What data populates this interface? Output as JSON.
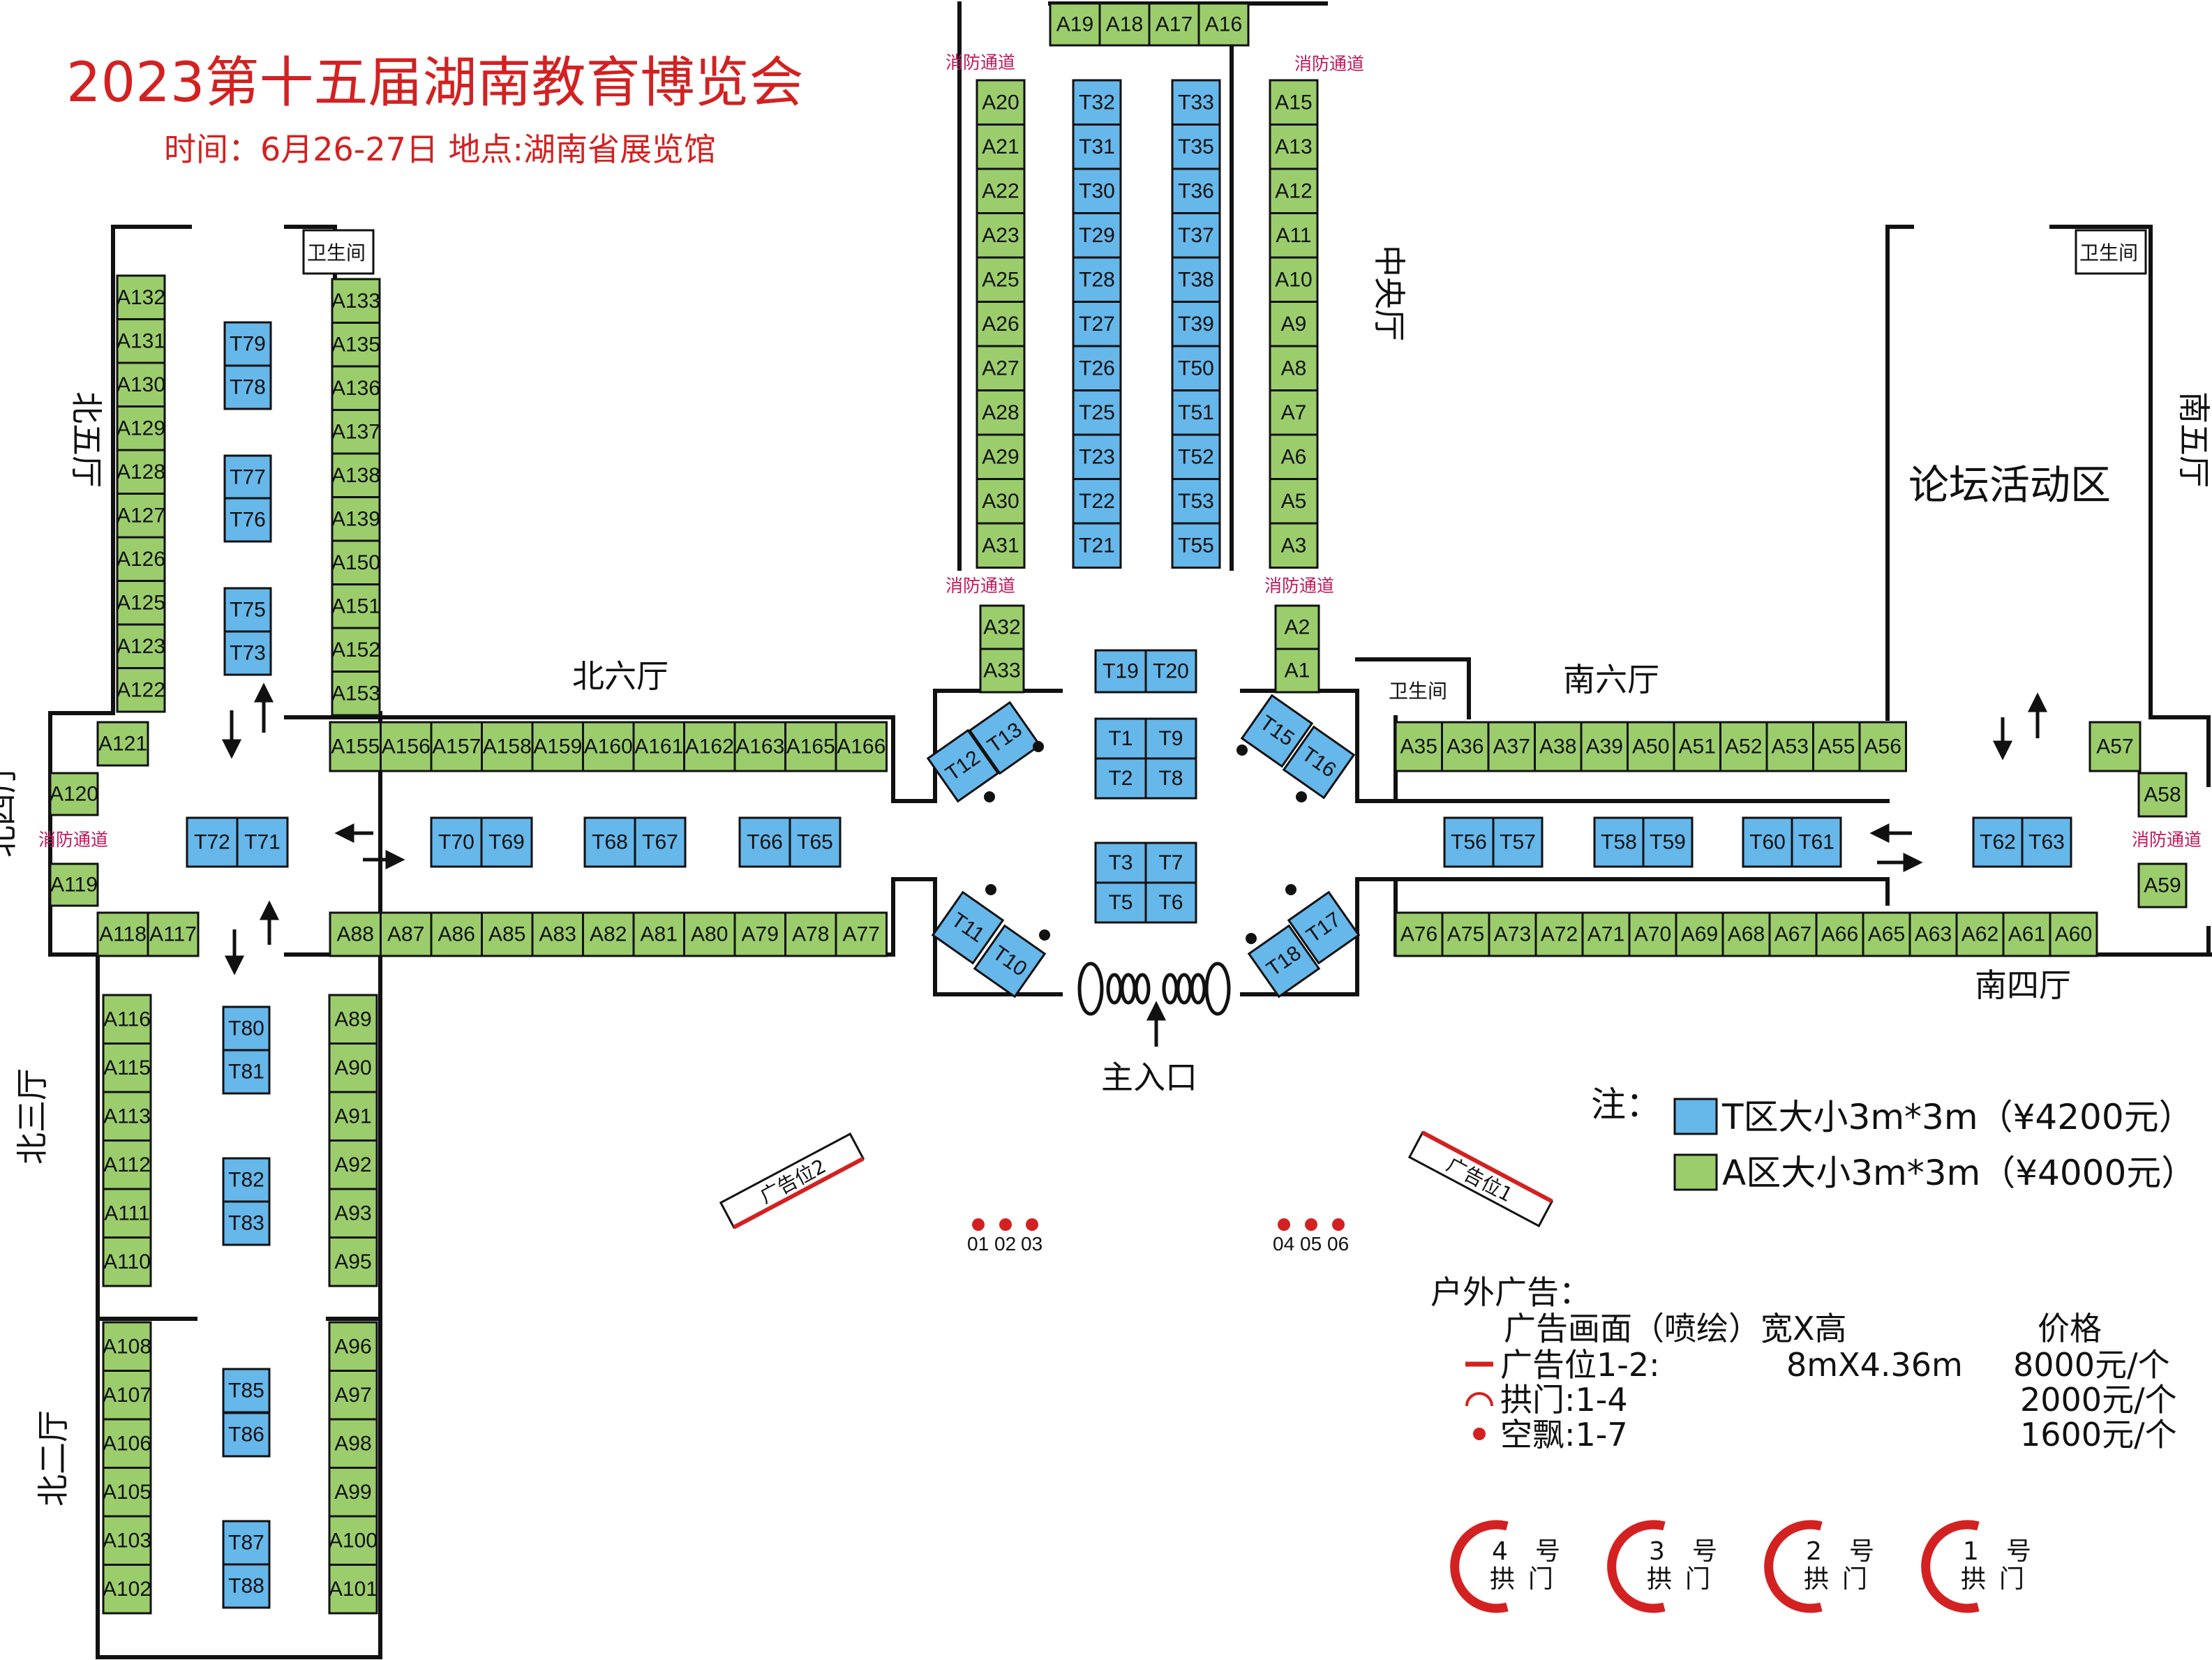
{
  "header": {
    "title": "2023第十五届湖南教育博览会",
    "subtitle": "时间：6月26-27日     地点:湖南省展览馆"
  },
  "colors": {
    "a_zone": "#9ccd6c",
    "t_zone": "#66b7ea",
    "accent_red": "#d32121",
    "fire_lane": "#c2185b"
  },
  "halls": {
    "north5": "北五厅",
    "north4": "北四厅",
    "north3": "北三厅",
    "north2": "北二厅",
    "north6": "北六厅",
    "central": "中央厅",
    "south6": "南六厅",
    "south5": "南五厅",
    "south4": "南四厅",
    "forum": "论坛活动区",
    "main_entrance": "主入口"
  },
  "labels": {
    "fire_lane": "消防通道",
    "restroom": "卫生间"
  },
  "ads": {
    "pos1": "广告位1",
    "pos2": "广告位2"
  },
  "balloons": [
    "01",
    "02",
    "03",
    "04",
    "05",
    "06"
  ],
  "legend": {
    "note": "注：",
    "t_zone": "T区大小3m*3m（¥4200元）",
    "a_zone": "A区大小3m*3m（¥4000元）"
  },
  "outdoor": {
    "title": "户外广告：",
    "header_item": "广告画面（喷绘）宽X高",
    "header_price": "价格",
    "rows": [
      {
        "item": "广告位1-2:",
        "size": "8mX4.36m",
        "price": "8000元/个"
      },
      {
        "item": "拱门:1-4",
        "size": "",
        "price": "2000元/个"
      },
      {
        "item": "空飘:1-7",
        "size": "",
        "price": "1600元/个"
      }
    ]
  },
  "arches": [
    {
      "no": "4",
      "hao": "号",
      "gong": "拱",
      "men": "门"
    },
    {
      "no": "3",
      "hao": "号",
      "gong": "拱",
      "men": "门"
    },
    {
      "no": "2",
      "hao": "号",
      "gong": "拱",
      "men": "门"
    },
    {
      "no": "1",
      "hao": "号",
      "gong": "拱",
      "men": "门"
    }
  ],
  "booths": {
    "central_top": [
      "A19",
      "A18",
      "A17",
      "A16"
    ],
    "central_col1": [
      "A20",
      "A21",
      "A22",
      "A23",
      "A25",
      "A26",
      "A27",
      "A28",
      "A29",
      "A30",
      "A31"
    ],
    "central_col2": [
      "T32",
      "T31",
      "T30",
      "T29",
      "T28",
      "T27",
      "T26",
      "T25",
      "T23",
      "T22",
      "T21"
    ],
    "central_col3": [
      "T33",
      "T35",
      "T36",
      "T37",
      "T38",
      "T39",
      "T50",
      "T51",
      "T52",
      "T53",
      "T55"
    ],
    "central_col4": [
      "A15",
      "A13",
      "A12",
      "A11",
      "A10",
      "A9",
      "A8",
      "A7",
      "A6",
      "A5",
      "A3"
    ],
    "central_left_lower": [
      "A32",
      "A33"
    ],
    "central_right_lower": [
      "A2",
      "A1"
    ],
    "central_mid": [
      "T19",
      "T20",
      "T1",
      "T9",
      "T2",
      "T8",
      "T3",
      "T7",
      "T5",
      "T6"
    ],
    "angled": [
      "T12",
      "T13",
      "T15",
      "T16",
      "T11",
      "T10",
      "T18",
      "T17"
    ],
    "north5_left": [
      "A132",
      "A131",
      "A130",
      "A129",
      "A128",
      "A127",
      "A126",
      "A125",
      "A123",
      "A122"
    ],
    "north5_right": [
      "A133",
      "A135",
      "A136",
      "A137",
      "A138",
      "A139",
      "A150",
      "A151",
      "A152",
      "A153"
    ],
    "north5_t": [
      "T79",
      "T78",
      "T77",
      "T76",
      "T75",
      "T73"
    ],
    "north6_top": [
      "A155",
      "A156",
      "A157",
      "A158",
      "A159",
      "A160",
      "A161",
      "A162",
      "A163",
      "A165",
      "A166"
    ],
    "north6_bottom": [
      "A88",
      "A87",
      "A86",
      "A85",
      "A83",
      "A82",
      "A81",
      "A80",
      "A79",
      "A78",
      "A77"
    ],
    "north6_t": [
      "T70",
      "T69",
      "T68",
      "T67",
      "T66",
      "T65"
    ],
    "north4_a": [
      "A121",
      "A120",
      "A119",
      "A118",
      "A117"
    ],
    "north4_t": [
      "T72",
      "T71"
    ],
    "north3_left": [
      "A116",
      "A115",
      "A113",
      "A112",
      "A111",
      "A110"
    ],
    "north3_right": [
      "A89",
      "A90",
      "A91",
      "A92",
      "A93",
      "A95"
    ],
    "north3_t": [
      "T80",
      "T81",
      "T82",
      "T83"
    ],
    "north2_left": [
      "A108",
      "A107",
      "A106",
      "A105",
      "A103",
      "A102"
    ],
    "north2_right": [
      "A96",
      "A97",
      "A98",
      "A99",
      "A100",
      "A101"
    ],
    "north2_t": [
      "T85",
      "T86",
      "T87",
      "T88"
    ],
    "south6_top": [
      "A35",
      "A36",
      "A37",
      "A38",
      "A39",
      "A50",
      "A51",
      "A52",
      "A53",
      "A55",
      "A56"
    ],
    "south6_bottom": [
      "A76",
      "A75",
      "A73",
      "A72",
      "A71",
      "A70",
      "A69",
      "A68",
      "A67",
      "A66",
      "A65",
      "A63",
      "A62",
      "A61",
      "A60"
    ],
    "south_t": [
      "T56",
      "T57",
      "T58",
      "T59",
      "T60",
      "T61",
      "T62",
      "T63"
    ],
    "south_side": [
      "A57",
      "A58",
      "A59"
    ]
  }
}
